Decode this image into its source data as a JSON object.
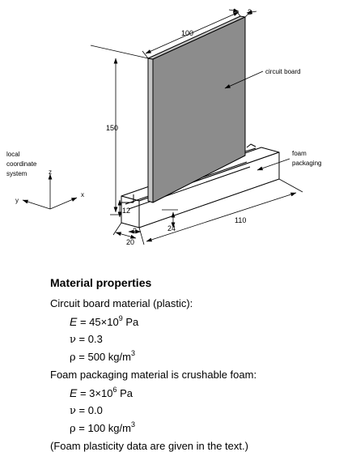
{
  "figure": {
    "dimensions": {
      "board_width": "100",
      "board_thickness": "2",
      "board_height": "150",
      "foam_length": "110",
      "foam_height": "24",
      "foam_width": "20",
      "slot_depth": "12",
      "slot_width": "2"
    },
    "labels": {
      "circuit_board": "circuit board",
      "foam_line1": "foam",
      "foam_line2": "packaging",
      "coord_line1": "local",
      "coord_line2": "coordinate",
      "coord_line3": "system",
      "axis_z": "z",
      "axis_y": "y",
      "axis_x": "x"
    },
    "colors": {
      "board_face": "#8c8c8c",
      "board_edge": "#c4c4c4",
      "foam": "#ffffff",
      "stroke": "#000000"
    }
  },
  "material": {
    "heading": "Material properties",
    "board_title": "Circuit board material (plastic):",
    "board_E_sym": "E",
    "board_E_eq": "= 45",
    "board_E_times": "×",
    "board_E_base": "10",
    "board_E_exp": "9",
    "board_E_unit": "Pa",
    "board_nu_sym": "ν",
    "board_nu_val": "= 0.3",
    "board_rho_sym": "ρ",
    "board_rho_val": "= 500 kg/m",
    "board_rho_exp": "3",
    "foam_title": "Foam packaging material is crushable foam:",
    "foam_E_sym": "E",
    "foam_E_eq": "= 3",
    "foam_E_times": "×",
    "foam_E_base": "10",
    "foam_E_exp": "6",
    "foam_E_unit": "Pa",
    "foam_nu_sym": "ν",
    "foam_nu_val": "= 0.0",
    "foam_rho_sym": "ρ",
    "foam_rho_val": "= 100 kg/m",
    "foam_rho_exp": "3",
    "note": "(Foam plasticity data are given in the text.)"
  }
}
